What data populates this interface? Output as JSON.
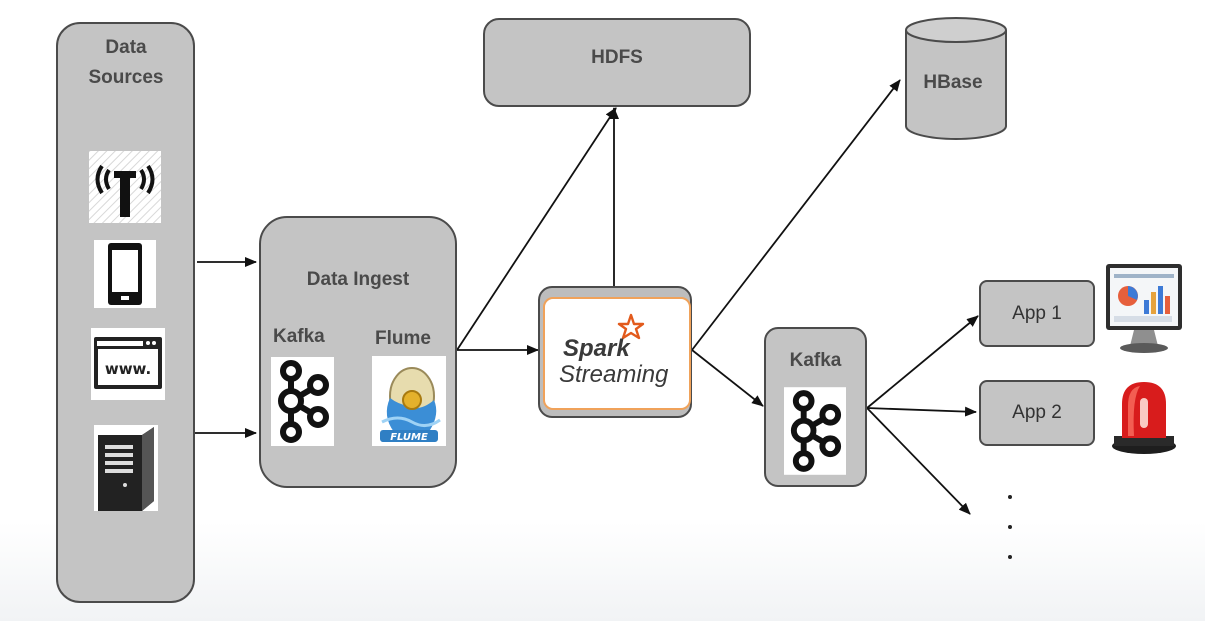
{
  "data_sources": {
    "title": "Data Sources",
    "icons": [
      "antenna-icon",
      "mobile-phone-icon",
      "www-browser-icon",
      "server-icon"
    ],
    "www_text": "www."
  },
  "data_ingest": {
    "title": "Data Ingest",
    "kafka_label": "Kafka",
    "flume_label": "Flume",
    "flume_logo_text": "FLUME"
  },
  "hdfs": {
    "label": "HDFS"
  },
  "spark": {
    "line1": "Spark",
    "line2": "Streaming"
  },
  "hbase": {
    "label": "HBase"
  },
  "kafka_out": {
    "label": "Kafka"
  },
  "apps": [
    {
      "label": "App 1",
      "icon": "dashboard-monitor-icon"
    },
    {
      "label": "App 2",
      "icon": "alarm-siren-icon"
    }
  ],
  "colors": {
    "box_fill": "#c4c4c4",
    "box_border": "#4b4b4b",
    "spark_orange": "#e25a1c",
    "text_dark": "#4a4a4a"
  }
}
